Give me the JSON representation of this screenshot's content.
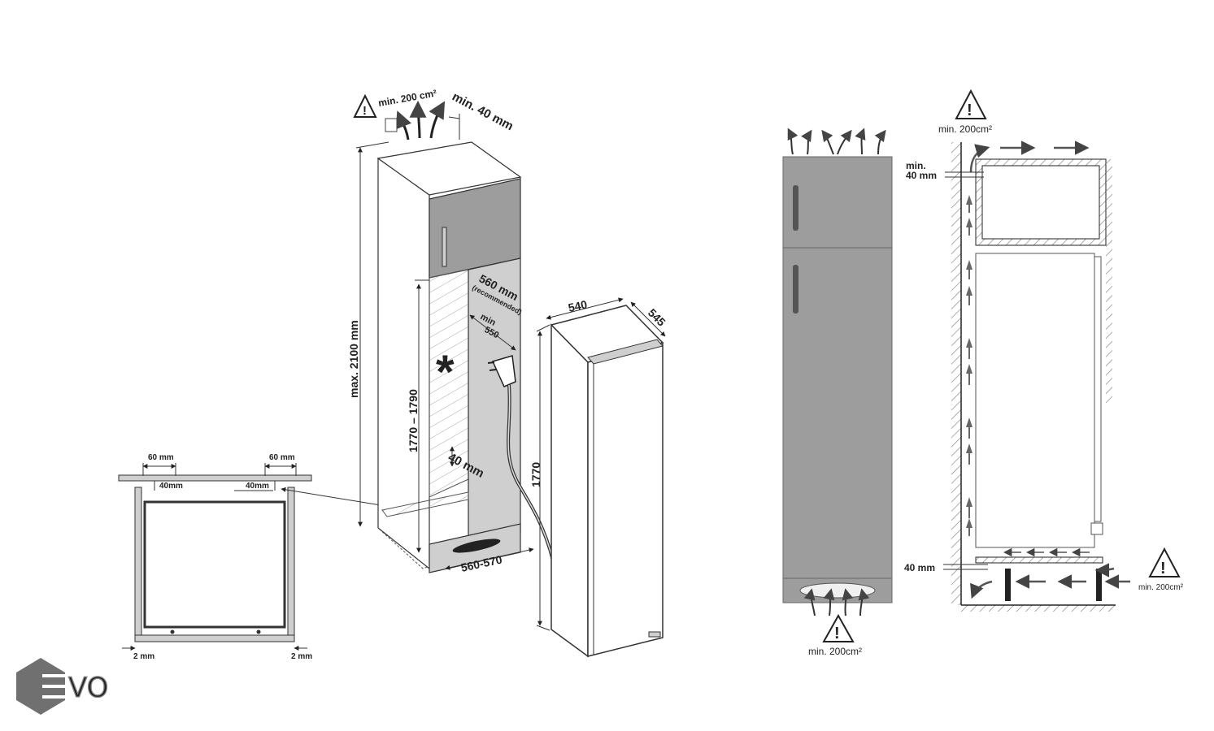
{
  "top_view": {
    "side_gap_left": "60 mm",
    "side_gap_right": "60 mm",
    "depth_left": "40mm",
    "depth_right": "40mm",
    "bottom_gap_left": "2 mm",
    "bottom_gap_right": "2 mm"
  },
  "cabinet": {
    "vent_top_area": "min. 200 cm²",
    "vent_top_clearance": "min. 40 mm",
    "max_height": "max. 2100 mm",
    "niche_height": "1770 – 1790",
    "niche_depth": "560 mm",
    "niche_depth_note": "(recommended)",
    "min_depth_word": "min",
    "min_depth_value": "550",
    "back_gap": "40 mm",
    "niche_width": "560-570",
    "special_mark": "*"
  },
  "appliance": {
    "width": "540",
    "depth": "545",
    "height": "1770"
  },
  "fridge_front": {
    "vent_area": "min. 200cm²"
  },
  "fridge_section": {
    "top_vent_area": "min. 200cm²",
    "top_clearance_line1": "min.",
    "top_clearance_line2": "40 mm",
    "bottom_clearance": "40 mm",
    "bottom_vent_area": "min. 200cm²"
  },
  "logo": {
    "text": "VO",
    "colors": {
      "hex": "#707070",
      "text": "#8a8a8a"
    }
  },
  "colors": {
    "line": "#222222",
    "door_gray": "#9d9d9d",
    "body_gray": "#b9b9b9",
    "shade": "#cfcfcf",
    "wall_hatch": "#7a7a7a"
  }
}
